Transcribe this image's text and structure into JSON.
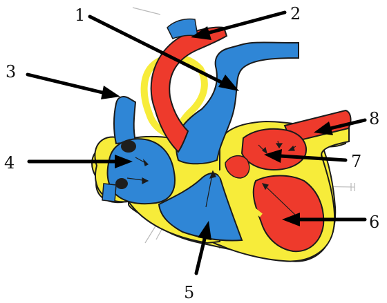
{
  "labels": [
    "1",
    "2",
    "3",
    "4",
    "5",
    "6",
    "7",
    "8"
  ],
  "colors": {
    "oxygenated": "#ee3a2c",
    "deoxygenated": "#2f86d6",
    "wall": "#f7ec3a",
    "outline": "#1b1b1b",
    "pointer": "#000000"
  }
}
